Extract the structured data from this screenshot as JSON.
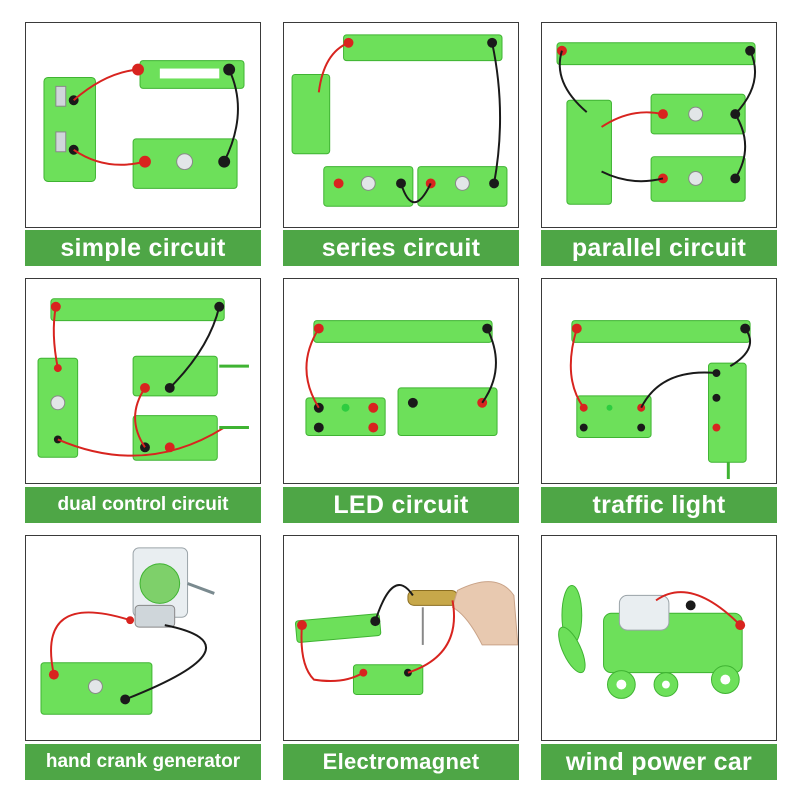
{
  "colors": {
    "label_bg": "#4ea646",
    "label_text": "#ffffff",
    "board_green": "#6de05a",
    "board_edge": "#3fb332",
    "wire_red": "#d8241f",
    "wire_black": "#1a1a1a"
  },
  "tiles": [
    {
      "label": "simple circuit"
    },
    {
      "label": "series circuit"
    },
    {
      "label": "parallel circuit"
    },
    {
      "label": "dual control circuit"
    },
    {
      "label": "LED circuit"
    },
    {
      "label": "traffic light"
    },
    {
      "label": "hand crank generator"
    },
    {
      "label": "Electromagnet"
    },
    {
      "label": "wind power car"
    }
  ]
}
